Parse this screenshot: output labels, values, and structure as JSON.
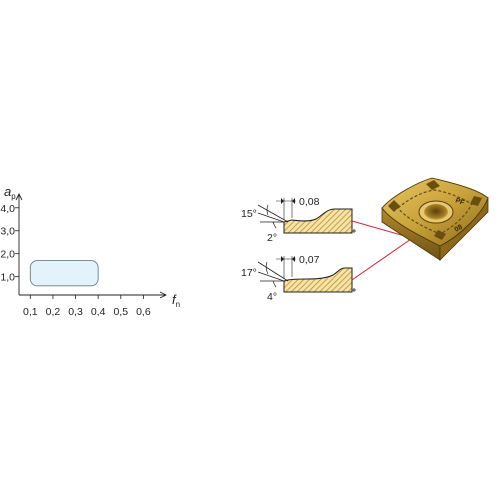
{
  "chart_data": {
    "type": "area",
    "title": "",
    "xlabel": {
      "main": "f",
      "sub": "n"
    },
    "ylabel": {
      "main": "a",
      "sub": "p"
    },
    "x_ticks": [
      "0,1",
      "0,2",
      "0,3",
      "0,4",
      "0,5",
      "0,6"
    ],
    "y_ticks": [
      "1,0",
      "2,0",
      "3,0",
      "4,0"
    ],
    "xlim": [
      0.05,
      0.7
    ],
    "ylim": [
      0.2,
      4.6
    ],
    "region": {
      "label": "",
      "x": [
        0.1,
        0.4
      ],
      "y": [
        0.6,
        1.7
      ],
      "fill": "#e3f3fb",
      "stroke": "#6d7e88"
    }
  },
  "profiles": [
    {
      "id": "upper",
      "land_width": "0,08",
      "angle_primary": "15°",
      "angle_secondary": "2°"
    },
    {
      "id": "lower",
      "land_width": "0,07",
      "angle_primary": "17°",
      "angle_secondary": "4°"
    }
  ],
  "insert": {
    "labels": [
      "PF",
      "08"
    ],
    "body_color": "#c9a23a",
    "hatch_color": "#c8a13c",
    "leader_color": "#d5212e"
  },
  "colors": {
    "ink": "#231f20",
    "leader": "#d5212e"
  }
}
